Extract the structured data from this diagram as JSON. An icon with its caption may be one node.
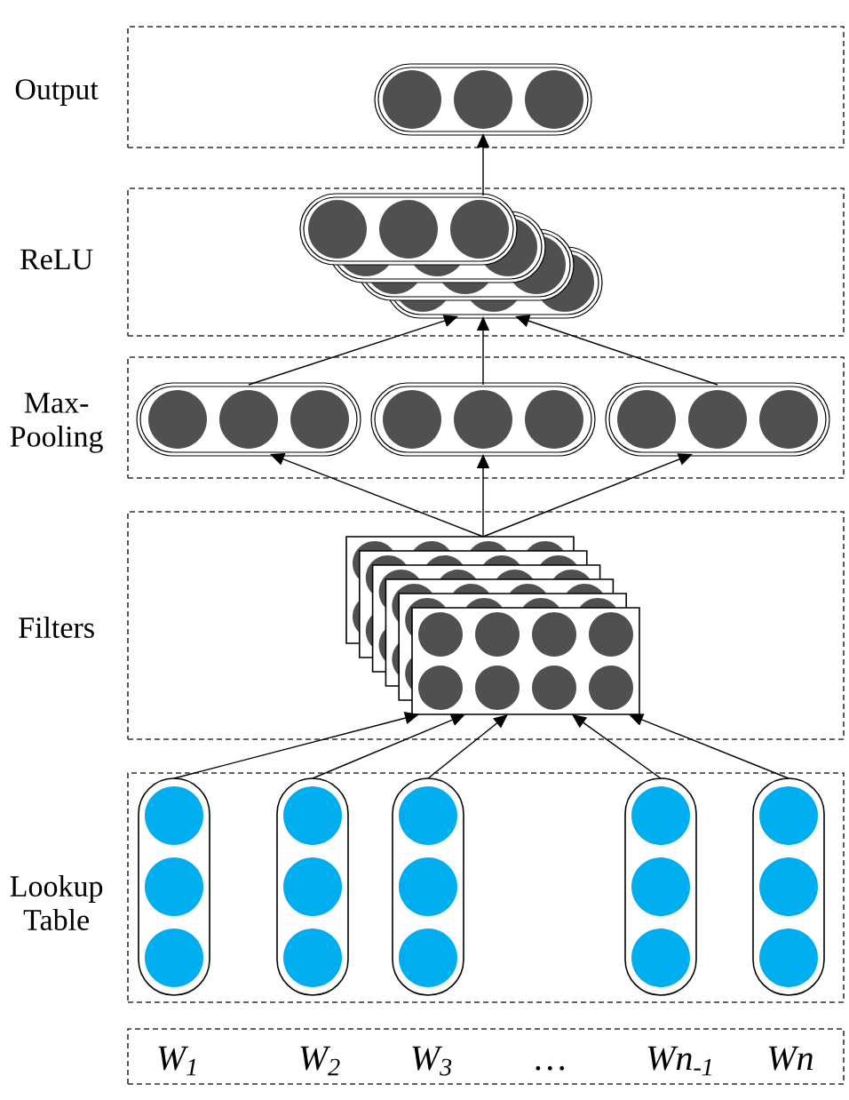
{
  "diagram": {
    "nodes": [
      {
        "text": [
          "Output"
        ]
      },
      {
        "text": [],
        "shape": "capsule",
        "in": 0
      },
      {
        "text": [
          "ReLU"
        ]
      },
      {
        "text": [],
        "shape": "capsule",
        "in": 2
      },
      {
        "text": [
          "Max- Pooling"
        ]
      },
      {
        "text": [],
        "shape": "capsule",
        "in": 4
      },
      {
        "text": [],
        "shape": "capsule",
        "in": 4
      },
      {
        "text": [],
        "shape": "capsule",
        "in": 4
      },
      {
        "text": [
          "Filters"
        ]
      },
      {
        "text": [],
        "shape": "box",
        "in": 8
      },
      {
        "text": [
          "Lookup Table"
        ]
      },
      {
        "text": [],
        "shape": "capsule",
        "in": 10
      },
      {
        "text": [],
        "shape": "capsule",
        "in": 10
      },
      {
        "text": [],
        "shape": "capsule",
        "in": 10
      },
      {
        "text": [],
        "shape": "capsule",
        "in": 10
      },
      {
        "text": [],
        "shape": "capsule",
        "in": 10
      },
      {
        "text": [
          "W$_{1}$",
          "W$_{2}$",
          "W$_{3}$",
          "…",
          "Wn$_{-1}$",
          "Wn"
        ]
      }
    ],
    "edges": [
      {
        "from": 3,
        "to": 1,
        "arrow": "to"
      },
      {
        "from": 5,
        "to": 3,
        "arrow": "to"
      },
      {
        "from": 6,
        "to": 3,
        "arrow": "to"
      },
      {
        "from": 7,
        "to": 3,
        "arrow": "to"
      },
      {
        "from": 9,
        "to": 5,
        "arrow": "to"
      },
      {
        "from": 9,
        "to": 6,
        "arrow": "to"
      },
      {
        "from": 9,
        "to": 7,
        "arrow": "to"
      },
      {
        "from": 11,
        "to": 9,
        "arrow": "to"
      },
      {
        "from": 12,
        "to": 9,
        "arrow": "to"
      },
      {
        "from": 13,
        "to": 9,
        "arrow": "to"
      },
      {
        "from": 14,
        "to": 9,
        "arrow": "to"
      },
      {
        "from": 15,
        "to": 9,
        "arrow": "to"
      }
    ]
  }
}
